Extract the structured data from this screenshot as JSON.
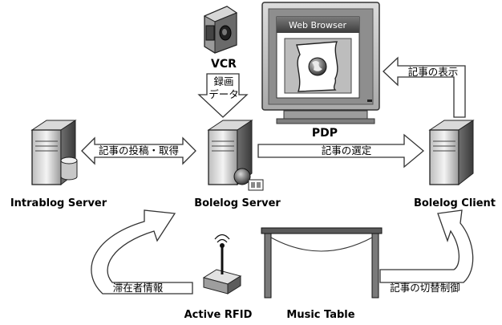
{
  "diagram": {
    "nodes": {
      "vcr": {
        "label": "VCR"
      },
      "pdp": {
        "label": "PDP",
        "screen_title": "Web Browser"
      },
      "intrablog_server": {
        "label": "Intrablog Server"
      },
      "bolelog_server": {
        "label": "Bolelog Server"
      },
      "bolelog_client": {
        "label": "Bolelog Client"
      },
      "active_rfid": {
        "label": "Active RFID"
      },
      "music_table": {
        "label": "Music Table"
      }
    },
    "edges": {
      "vcr_to_server": {
        "label_line1": "録画",
        "label_line2": "データ"
      },
      "intrablog_bolelog": {
        "label": "記事の投稿・取得"
      },
      "server_to_client": {
        "label": "記事の選定"
      },
      "client_to_pdp": {
        "label": "記事の表示"
      },
      "rfid_to_server": {
        "label": "滞在者情報"
      },
      "table_to_client": {
        "label": "記事の切替制御"
      }
    }
  }
}
